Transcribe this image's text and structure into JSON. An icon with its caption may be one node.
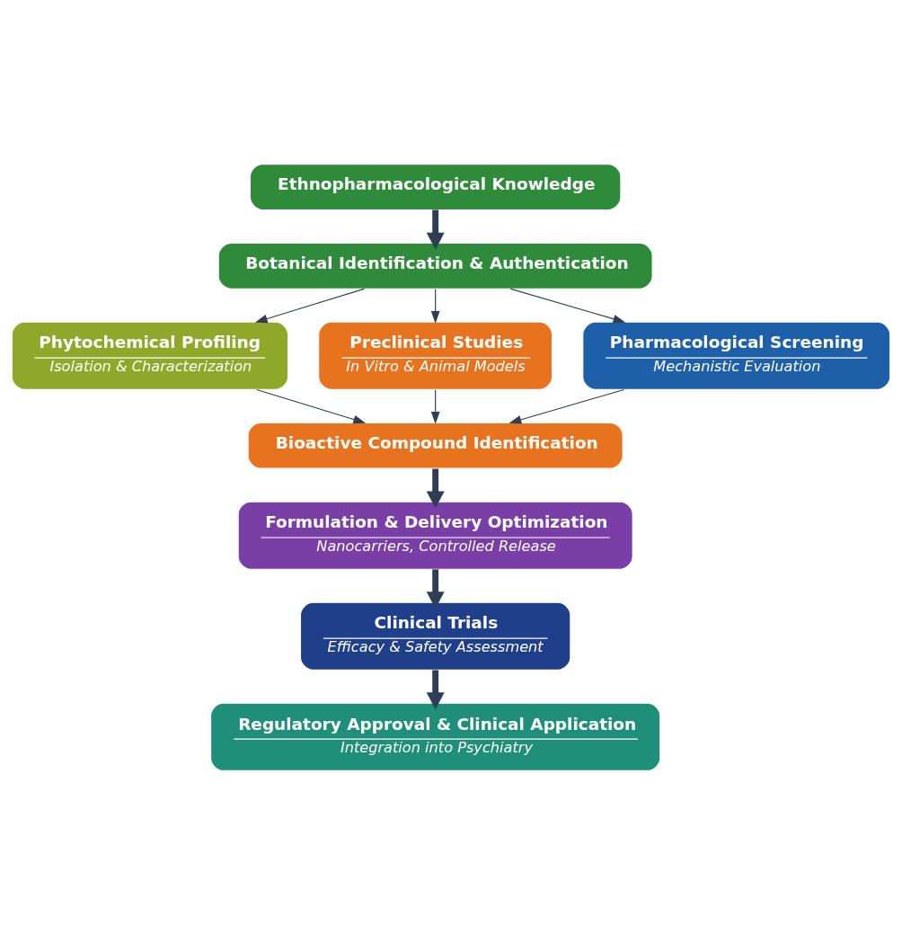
{
  "diagram": {
    "nodes": [
      {
        "text": [
          "Ethnopharmacological Knowledge"
        ]
      },
      {
        "text": [
          "Botanical Identification & Authentication"
        ]
      },
      {
        "text": [
          "Phytochemical Profiling",
          "Isolation & Characterization"
        ]
      },
      {
        "text": [
          "Preclinical Studies",
          "In Vitro & Animal Models"
        ]
      },
      {
        "text": [
          "Pharmacological Screening",
          "Mechanistic Evaluation"
        ]
      },
      {
        "text": [
          "Bioactive Compound Identification"
        ]
      },
      {
        "text": [
          "Formulation & Delivery Optimization",
          "Nanocarriers, Controlled Release"
        ]
      },
      {
        "text": [
          "Clinical Trials",
          "Efficacy & Safety Assessment"
        ]
      },
      {
        "text": [
          "Regulatory Approval & Clinical Application",
          "Integration into Psychiatry"
        ]
      }
    ],
    "edges": [
      {
        "from": 0,
        "to": 1,
        "arrow": "to",
        "style": "thick"
      },
      {
        "from": 1,
        "to": 2,
        "arrow": "to"
      },
      {
        "from": 1,
        "to": 3,
        "arrow": "to"
      },
      {
        "from": 1,
        "to": 4,
        "arrow": "to"
      },
      {
        "from": 2,
        "to": 5,
        "arrow": "to"
      },
      {
        "from": 3,
        "to": 5,
        "arrow": "to"
      },
      {
        "from": 4,
        "to": 5,
        "arrow": "to"
      },
      {
        "from": 5,
        "to": 6,
        "arrow": "to",
        "style": "thick"
      },
      {
        "from": 6,
        "to": 7,
        "arrow": "to",
        "style": "thick"
      },
      {
        "from": 7,
        "to": 8,
        "arrow": "to",
        "style": "thick"
      }
    ]
  }
}
